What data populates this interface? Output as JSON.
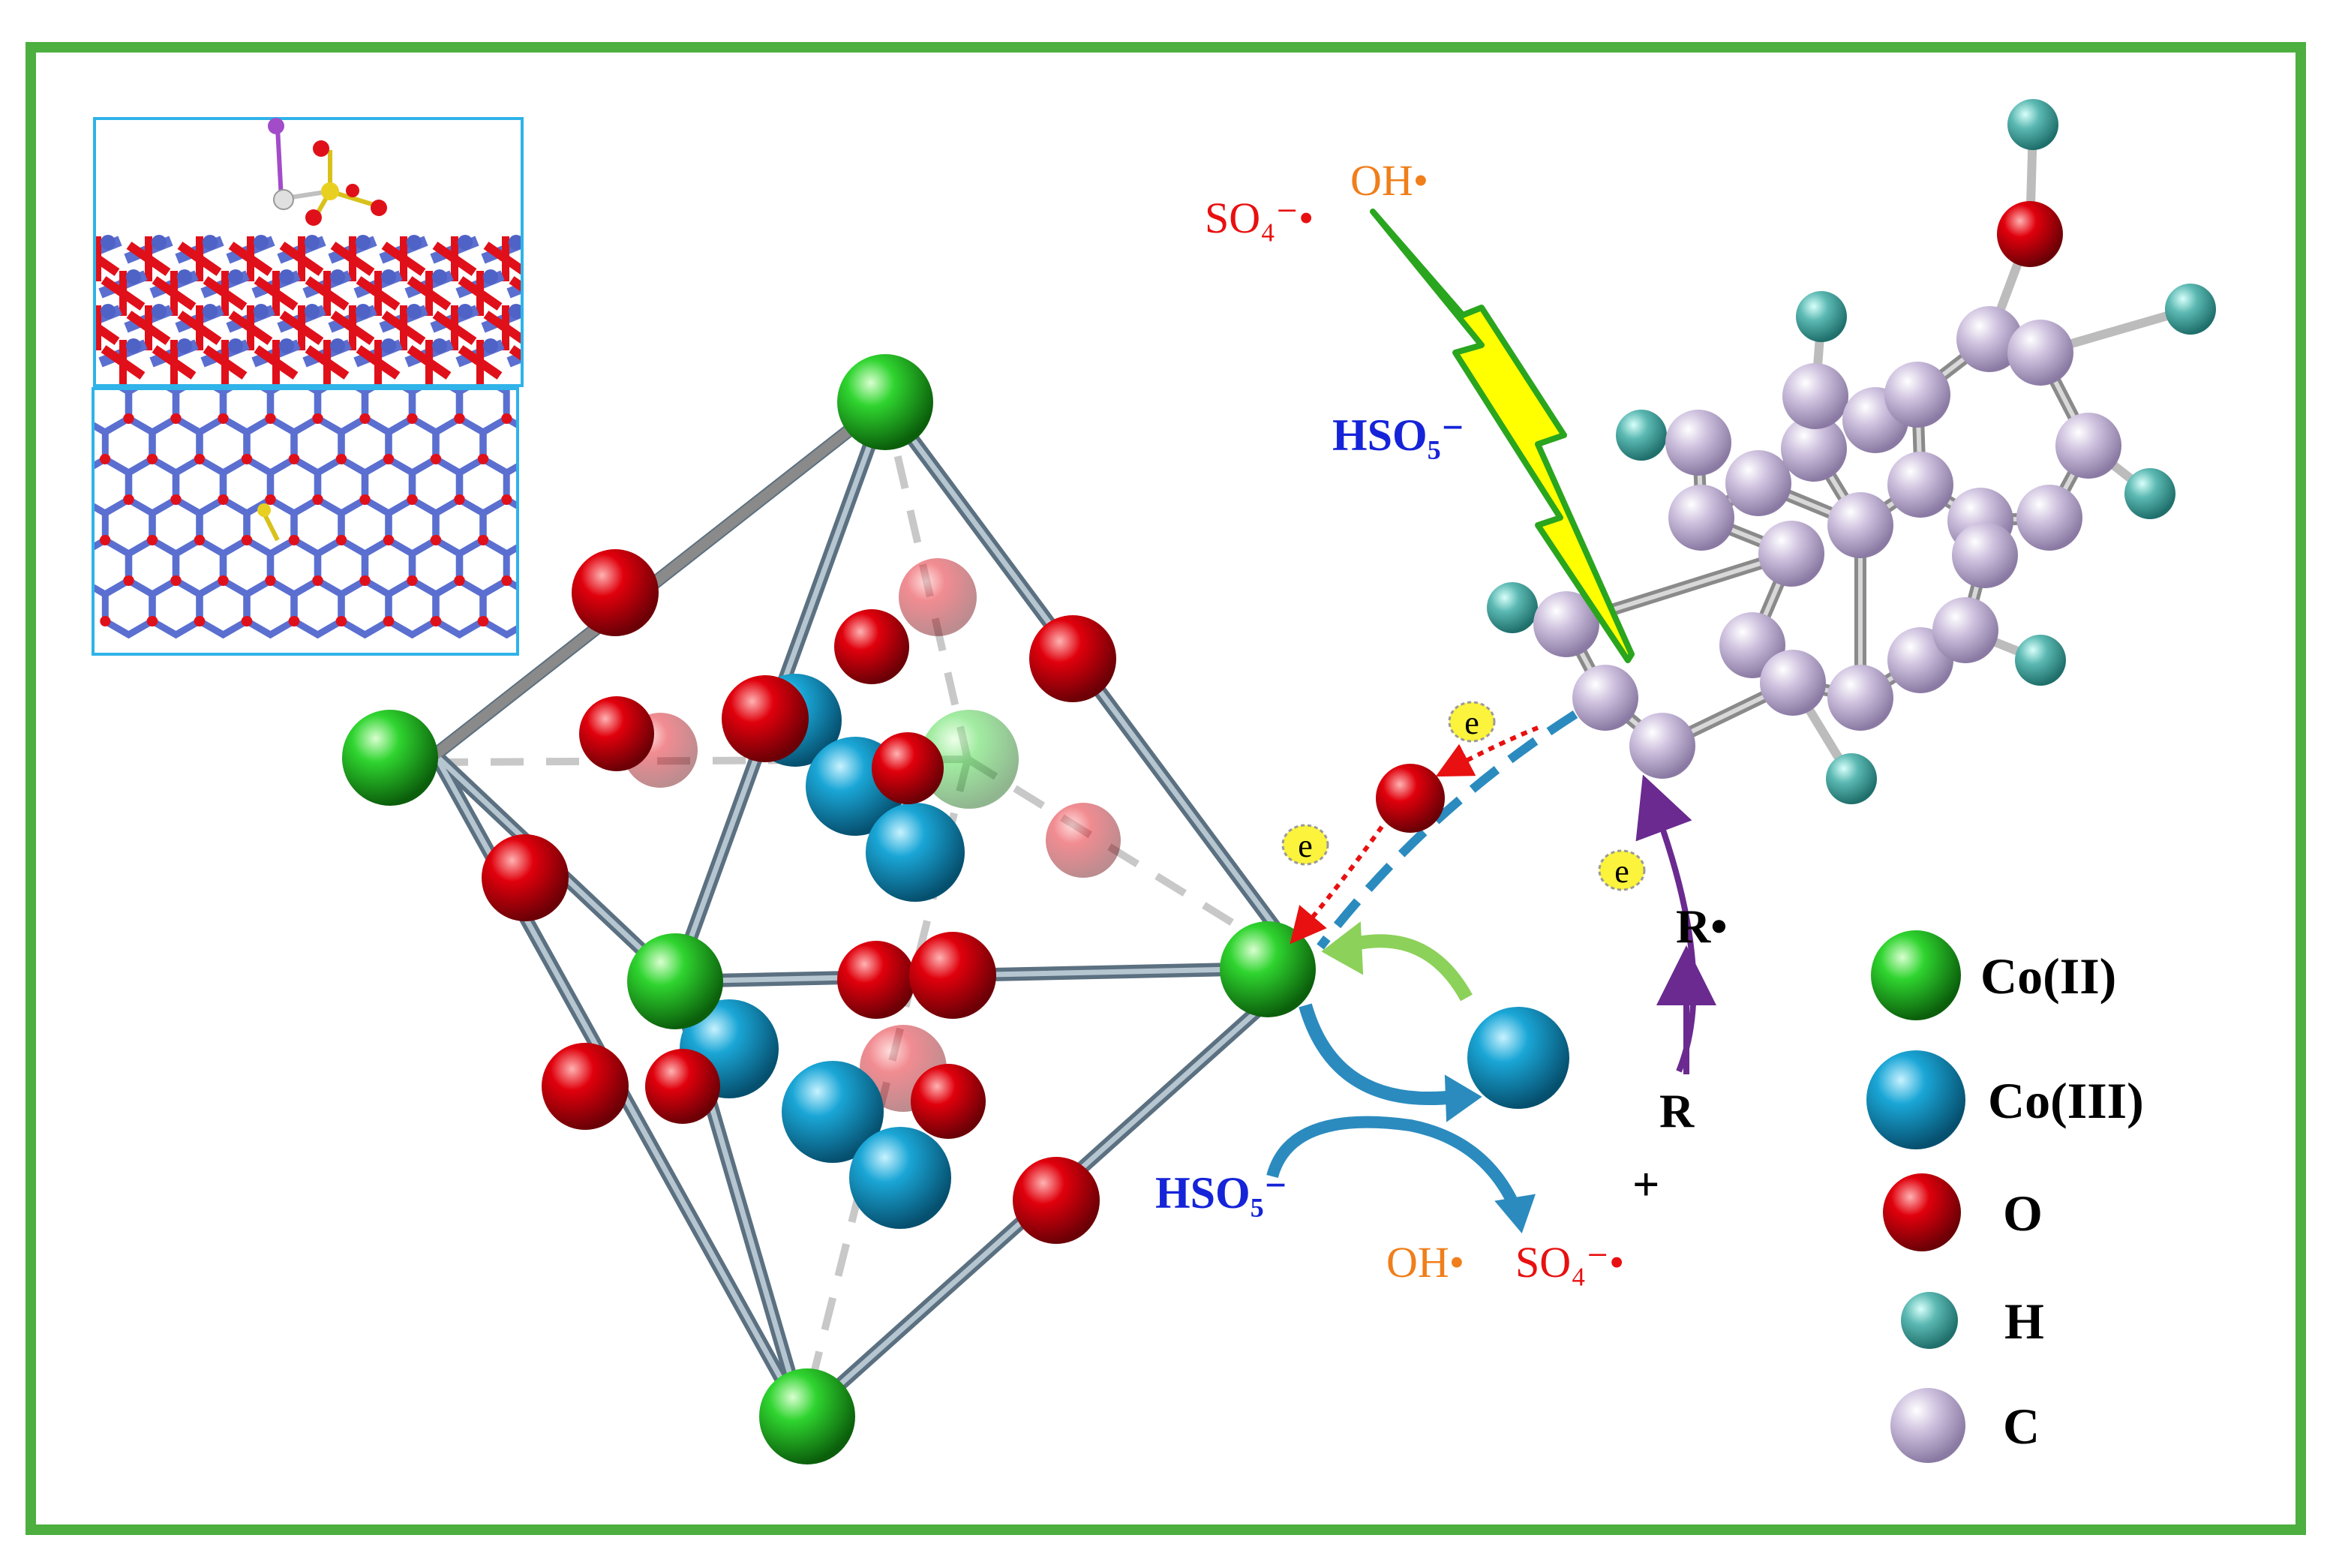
{
  "legend": [
    {
      "label": "Co(II)",
      "color": "#1fc21f"
    },
    {
      "label": "Co(III)",
      "color": "#1a97c4"
    },
    {
      "label": "O",
      "color": "#d4000c"
    },
    {
      "label": "H",
      "color": "#4aa8a3"
    },
    {
      "label": "C",
      "color": "#c9bbd9"
    }
  ],
  "labels": {
    "so4_radical": "SO₄⁻•",
    "oh_radical": "OH•",
    "hso5": "HSO₅⁻",
    "electron": "e",
    "r_radical": "R•",
    "r": "R",
    "plus": "+"
  },
  "colors": {
    "frame": "#4caf3f",
    "co2": "#1fc21f",
    "co3": "#1a97c4",
    "oxygen": "#d4000c",
    "hydrogen": "#4aa8a3",
    "carbon": "#c9bbd9",
    "bond_blue": "#5b6fd0",
    "bond_red": "#e0101a",
    "electron_fill": "#fbf33c",
    "arrow_purple": "#6a2a8f",
    "arrow_blue": "#2b8bbf",
    "arrow_green": "#8cd15a",
    "lightning": "#ffff00",
    "radical_red": "#e81010",
    "radical_orange": "#f07e1a",
    "hso5_blue": "#1524d8"
  }
}
